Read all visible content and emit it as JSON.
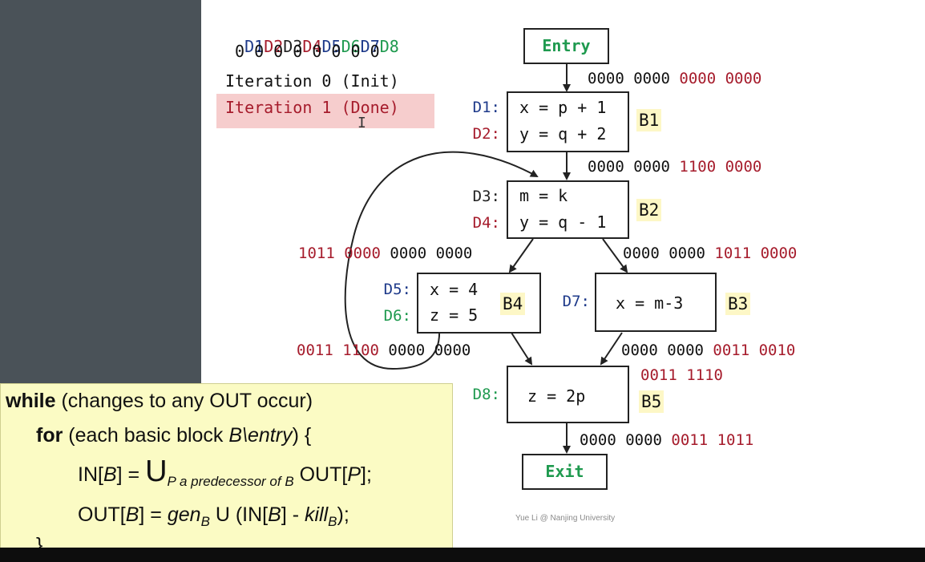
{
  "header": {
    "def_names": [
      "D1",
      "D2",
      "D3",
      "D4",
      "D5",
      "D6",
      "D7",
      "D8"
    ],
    "def_colors": [
      "#1e3a8a",
      "#a61c2c",
      "#222222",
      "#a61c2c",
      "#1e3a8a",
      "#1f9a4f",
      "#1e3a8a",
      "#1f9a4f"
    ],
    "init_bits": "0 0 0 0 0 0 0 0"
  },
  "iterations": [
    {
      "label": "Iteration 0 (Init)",
      "highlighted": false
    },
    {
      "label": "Iteration 1 (Done)",
      "highlighted": true
    }
  ],
  "cfg": {
    "entry": "Entry",
    "exit": "Exit",
    "blocks": {
      "b1": {
        "name": "B1",
        "defs": [
          {
            "label": "D1:",
            "stmt": "x = p + 1",
            "color": "#1e3a8a"
          },
          {
            "label": "D2:",
            "stmt": "y = q + 2",
            "color": "#a61c2c"
          }
        ]
      },
      "b2": {
        "name": "B2",
        "defs": [
          {
            "label": "D3:",
            "stmt": "m = k",
            "color": "#222222"
          },
          {
            "label": "D4:",
            "stmt": "y = q - 1",
            "color": "#a61c2c"
          }
        ]
      },
      "b4": {
        "name": "B4",
        "defs": [
          {
            "label": "D5:",
            "stmt": "x = 4",
            "color": "#1e3a8a"
          },
          {
            "label": "D6:",
            "stmt": "z = 5",
            "color": "#1f9a4f"
          }
        ]
      },
      "b3": {
        "name": "B3",
        "defs": [
          {
            "label": "D7:",
            "stmt": "x = m-3",
            "color": "#1e3a8a"
          }
        ]
      },
      "b5": {
        "name": "B5",
        "defs": [
          {
            "label": "D8:",
            "stmt": "z = 2p",
            "color": "#1f9a4f"
          }
        ]
      }
    },
    "bitvectors": {
      "b1_in": {
        "black": "0000 0000 ",
        "red": "0000 0000"
      },
      "b1_out": {
        "black": "0000 0000 ",
        "red": "1100 0000"
      },
      "b4_in": {
        "red": "1011 0000",
        "black": " 0000 0000"
      },
      "b3_in": {
        "black": "0000 0000 ",
        "red": "1011 0000"
      },
      "b4_out": {
        "red": "0011 1100",
        "black": " 0000 0000"
      },
      "b3_out": {
        "black": "0000 0000 ",
        "red": "0011 0010"
      },
      "b5_in_red": "0011 1110",
      "b5_out": {
        "black": "0000 0000 ",
        "red": "0011 1011"
      }
    }
  },
  "algorithm": {
    "while_kw": "while",
    "while_rest": " (changes to any OUT occur)",
    "for_kw": "for",
    "for_rest_a": " (each basic block ",
    "for_var": "B\\entry",
    "for_rest_b": ") {",
    "in_lhs_a": "IN[",
    "in_lhs_var": "B",
    "in_lhs_b": "] = ",
    "union_sym": "U",
    "union_sub": "P a predecessor of B",
    "in_rhs_a": " OUT[",
    "in_rhs_var": "P",
    "in_rhs_b": "];",
    "out_lhs_a": "OUT[",
    "out_lhs_var": "B",
    "out_lhs_b": "] = ",
    "gen": "gen",
    "gen_sub": "B",
    "out_mid": " U (IN[",
    "out_var2": "B",
    "out_mid2": "] - ",
    "kill": "kill",
    "kill_sub": "B",
    "out_end": ");",
    "close_brace": "}"
  },
  "credit": "Yue Li @ Nanjing University"
}
